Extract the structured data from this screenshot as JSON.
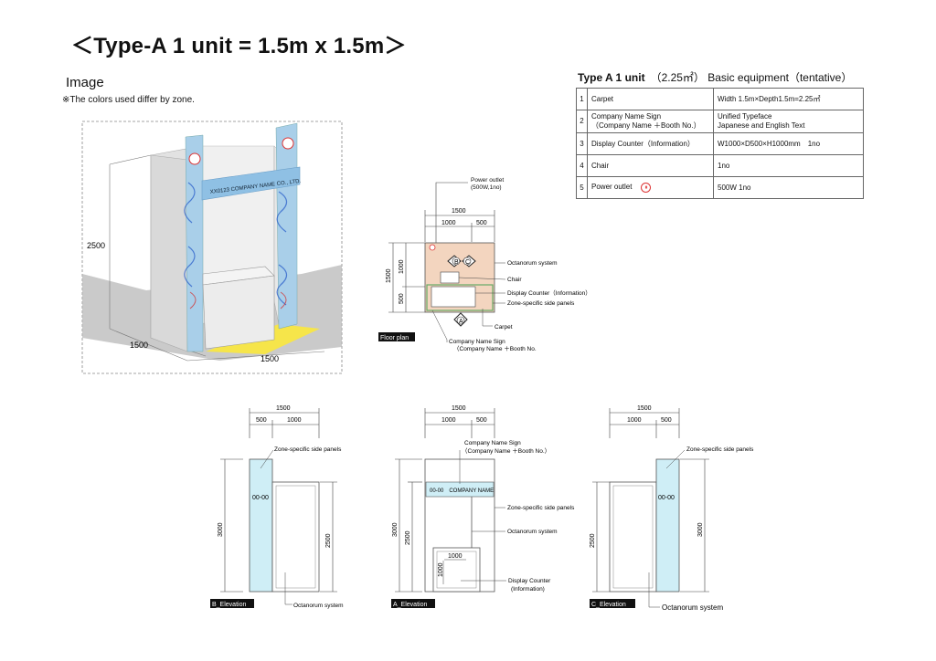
{
  "title": "＜Type-A 1 unit = 1.5m x 1.5m＞",
  "image_section": {
    "heading": "Image",
    "note": "※The colors used differ by zone.",
    "dim_height": "2500",
    "dim_depth": "1500",
    "dim_width": "1500",
    "sign_text": "XX0123 COMPANY NAME CO., LTD."
  },
  "equipment": {
    "heading_bold": "Type A 1 unit",
    "heading_rest": "（2.25㎡）  Basic equipment（tentative）",
    "rows": [
      {
        "num": "1",
        "item": "Carpet",
        "spec": "Width 1.5m×Depth1.5m=2.25㎡"
      },
      {
        "num": "2",
        "item": "Company Name Sign\n（Company Name ＋Booth No.）",
        "spec": "Unified Typeface\nJapanese and English Text"
      },
      {
        "num": "3",
        "item": "Display Counter（Information）",
        "spec": "W1000×D500×H1000mm　1no"
      },
      {
        "num": "4",
        "item": "Chair",
        "spec": "1no"
      },
      {
        "num": "5",
        "item": "Power outlet",
        "spec": "500W  1no"
      }
    ]
  },
  "floor_plan": {
    "label": "Floor plan",
    "power_outlet_l1": "Power outlet",
    "power_outlet_l2": "(500W,1no)",
    "dim_total": "1500",
    "dim_a": "1000",
    "dim_b": "500",
    "dim_v_total": "1500",
    "dim_v_a": "1000",
    "dim_v_b": "500",
    "octanorum": "Octanorum system",
    "chair": "Chair",
    "counter": "Display Counter（Information）",
    "side_panels": "Zone-specific side panels",
    "carpet": "Carpet",
    "sign_l1": "Company Name Sign",
    "sign_l2": "（Company Name ＋Booth No.",
    "marker_a": "A",
    "marker_b": "B",
    "marker_c": "C"
  },
  "elevation_b": {
    "label": "B_Elevation",
    "dim_total": "1500",
    "dim_a": "500",
    "dim_b": "1000",
    "dim_h": "3000",
    "dim_h2": "2500",
    "booth_no": "00-00",
    "side_panels": "Zone-specific side panels",
    "octanorum": "Octanorum system"
  },
  "elevation_a": {
    "label": "A_Elevation",
    "dim_total": "1500",
    "dim_a": "1000",
    "dim_b": "500",
    "dim_h": "3000",
    "dim_h2": "2500",
    "sign_l1": "Company Name Sign",
    "sign_l2": "（Company Name ＋Booth No.）",
    "fascia_text": "00-00　COMPANY NAME",
    "side_panels": "Zone-specific side panels",
    "octanorum": "Octanorum system",
    "counter_w": "1000",
    "counter_h": "1000",
    "counter_l1": "Display Counter",
    "counter_l2": "(Information)"
  },
  "elevation_c": {
    "label": "C_Elevation",
    "dim_total": "1500",
    "dim_a": "1000",
    "dim_b": "500",
    "dim_h": "3000",
    "dim_h2": "2500",
    "booth_no": "00-00",
    "side_panels": "Zone-specific side panels",
    "octanorum": "Octanorum system"
  },
  "colors": {
    "panel_blue": "#a9cfe9",
    "fascia_blue": "#8fc0e4",
    "carpet_peach": "#f3d5bf",
    "elevation_cyan": "#cfeef6",
    "floor_yellow": "#f6e54a",
    "outlet_red": "#d33333"
  }
}
